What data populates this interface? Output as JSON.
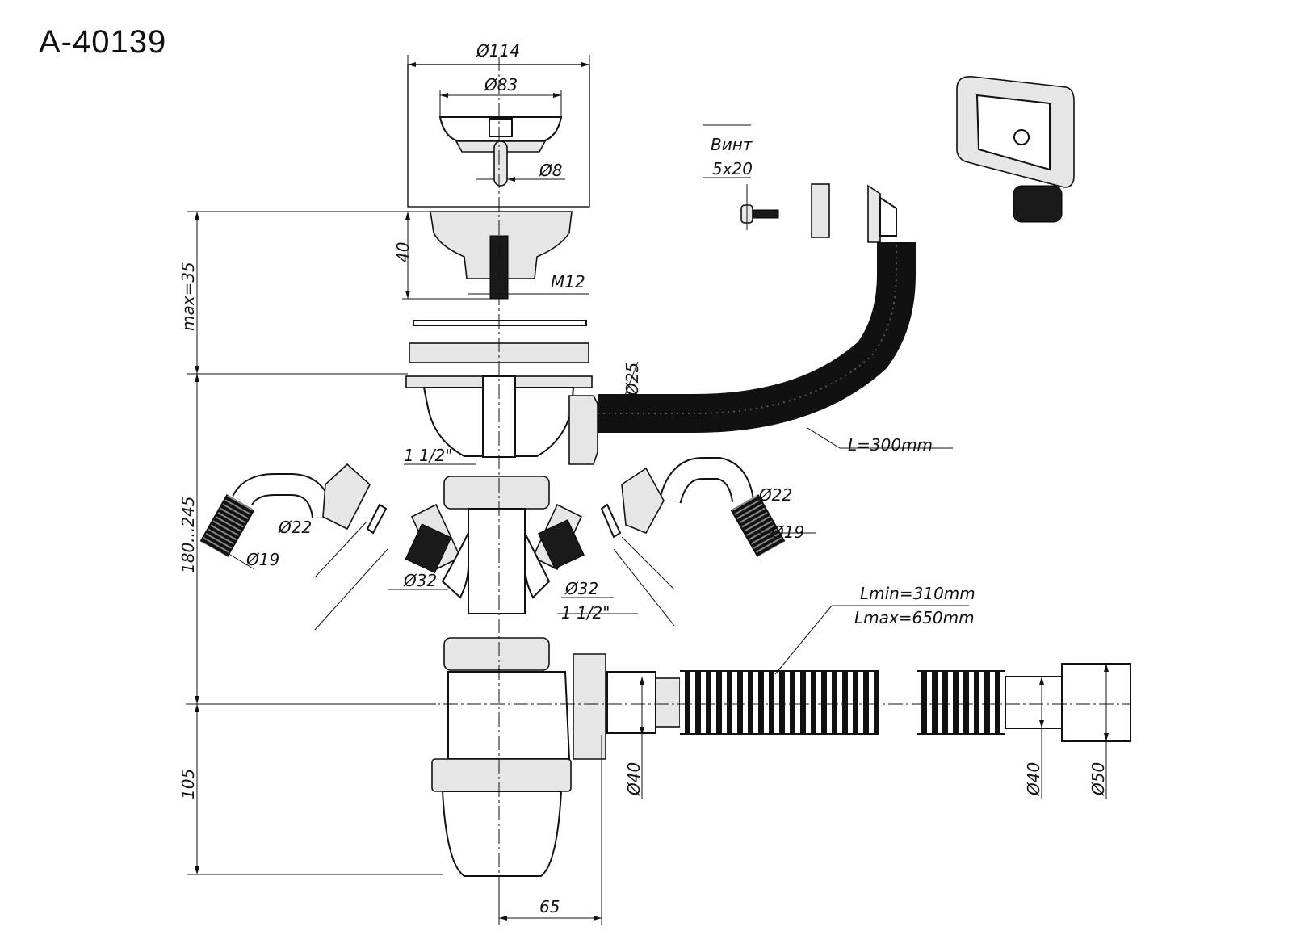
{
  "title": "A-40139",
  "labels": {
    "d114": "Ø114",
    "d83": "Ø83",
    "d8": "Ø8",
    "m12": "M12",
    "h40": "40",
    "max35": "max=35",
    "h180": "180...245",
    "h105": "105",
    "w65": "65",
    "vint": "Винт",
    "vint_size": "5x20",
    "d25": "Ø25",
    "l300": "L=300mm",
    "thread_top": "1 1/2\"",
    "thread_bottom": "1 1/2\"",
    "d22_left": "Ø22",
    "d19_left": "Ø19",
    "d32_left": "Ø32",
    "d32_right": "Ø32",
    "d22_right": "Ø22",
    "d19_right": "Ø19",
    "lmin": "Lmin=310mm",
    "lmax": "Lmax=650mm",
    "d40_a": "Ø40",
    "d40_b": "Ø40",
    "d50": "Ø50"
  }
}
